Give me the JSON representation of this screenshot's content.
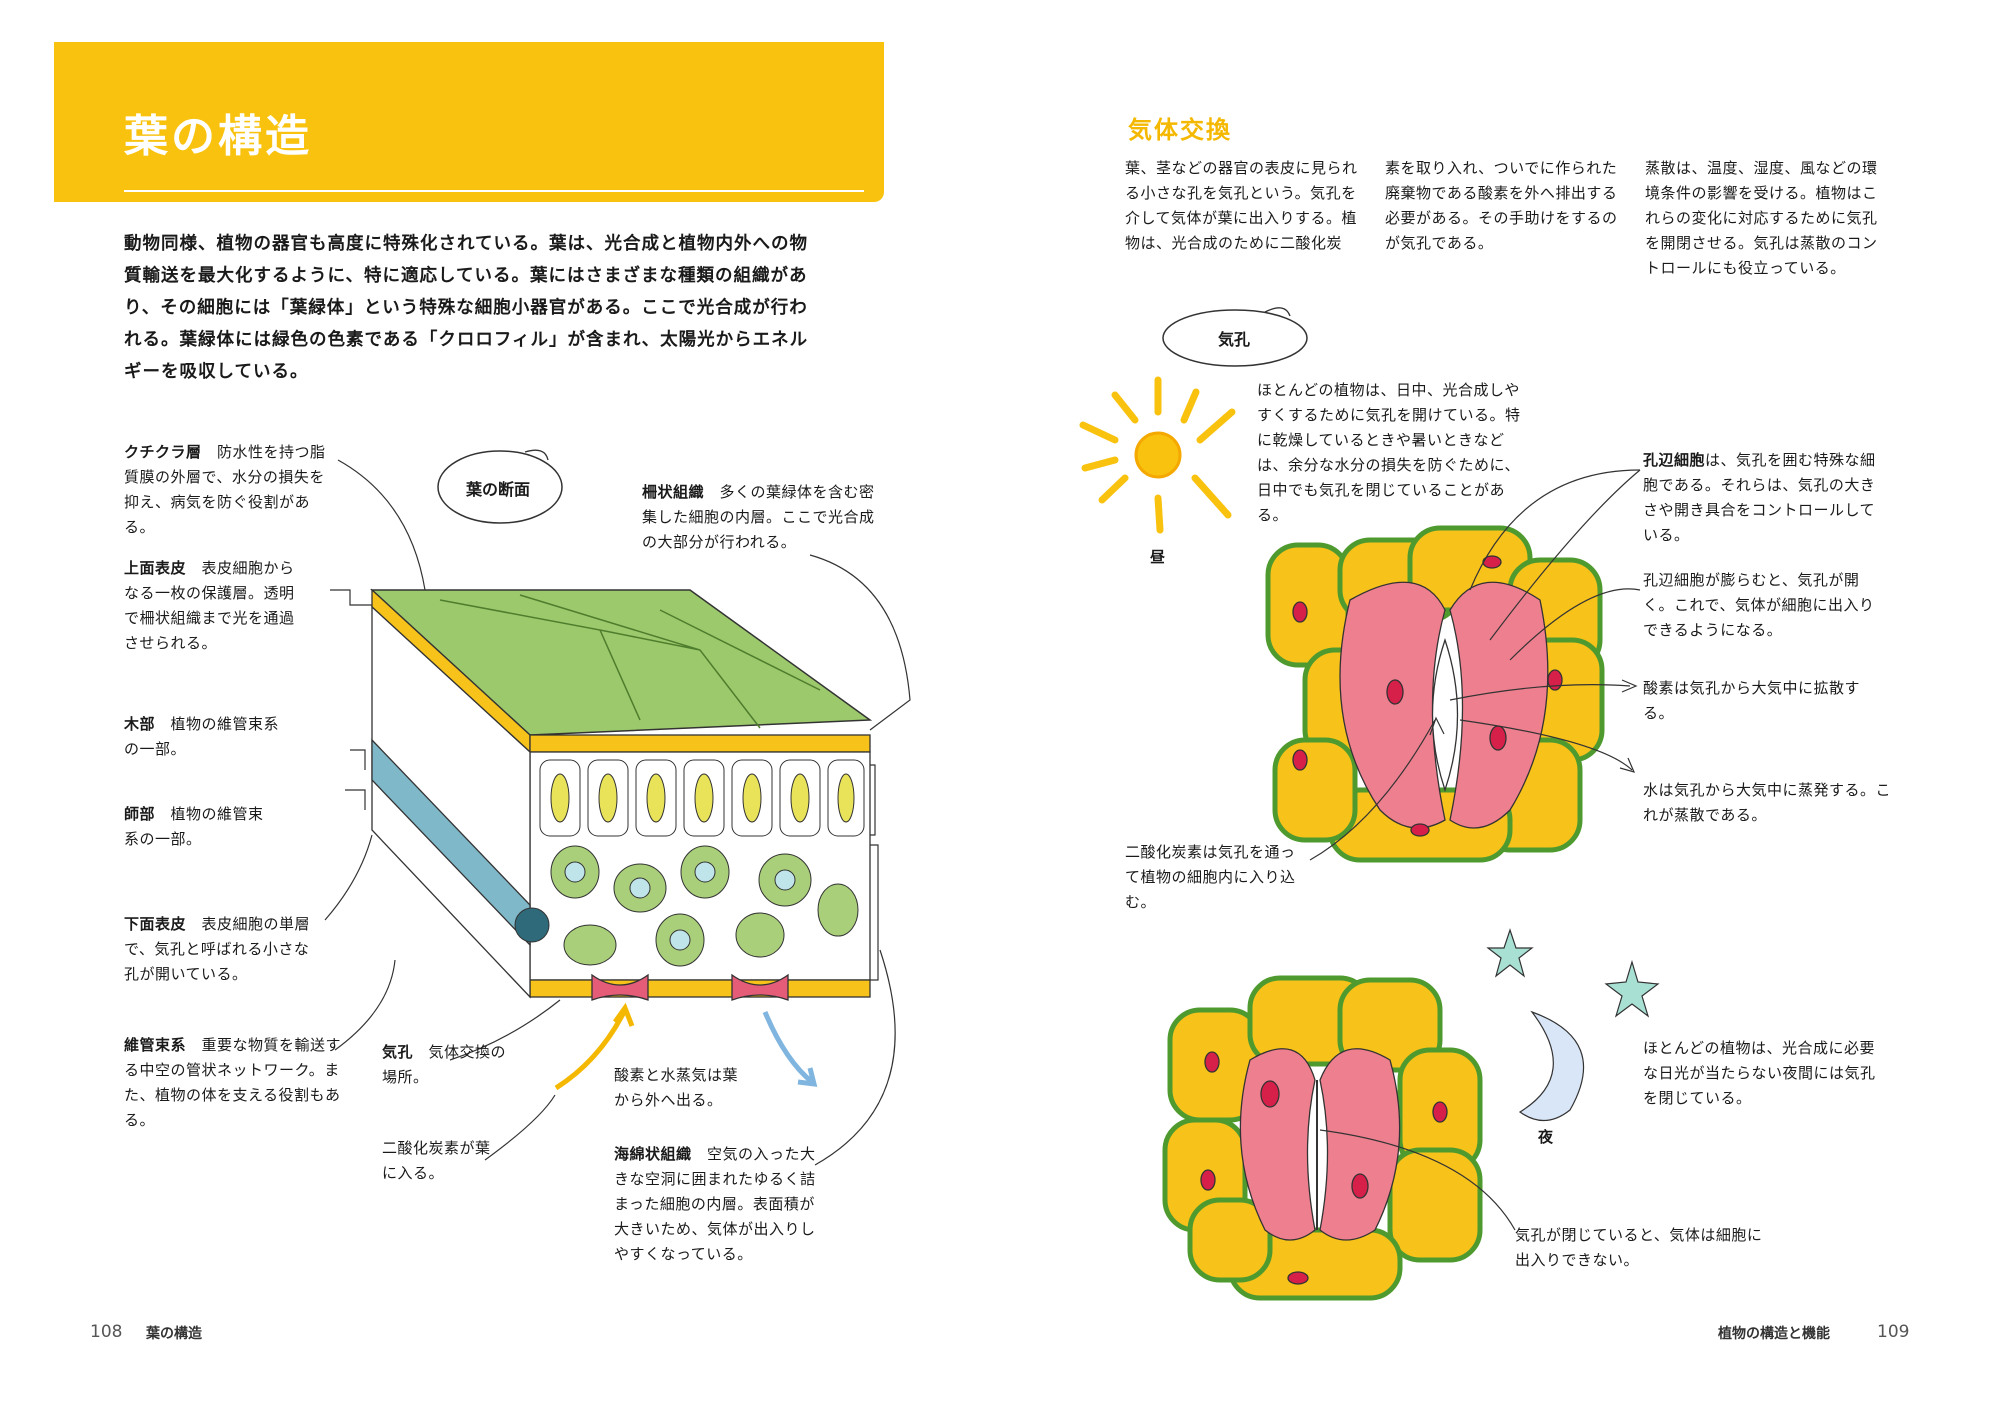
{
  "left": {
    "title": "葉の構造",
    "intro": "動物同様、植物の器官も高度に特殊化されている。葉は、光合成と植物内外への物質輸送を最大化するように、特に適応している。葉にはさまざまな種類の組織があり、その細胞には「葉緑体」という特殊な細胞小器官がある。ここで光合成が行われる。葉緑体には緑色の色素である「クロロフィル」が含まれ、太陽光からエネルギーを吸収している。",
    "section_label": "葉の断面",
    "labels": {
      "cuticle": {
        "term": "クチクラ層",
        "text": "防水性を持つ脂質膜の外層で、水分の損失を抑え、病気を防ぐ役割がある。"
      },
      "upper_epidermis": {
        "term": "上面表皮",
        "text": "表皮細胞からなる一枚の保護層。透明で柵状組織まで光を通過させられる。"
      },
      "xylem": {
        "term": "木部",
        "text": "植物の維管束系の一部。"
      },
      "phloem": {
        "term": "師部",
        "text": "植物の維管束系の一部。"
      },
      "lower_epidermis": {
        "term": "下面表皮",
        "text": "表皮細胞の単層で、気孔と呼ばれる小さな孔が開いている。"
      },
      "vascular": {
        "term": "維管束系",
        "text": "重要な物質を輸送する中空の管状ネットワーク。また、植物の体を支える役割もある。"
      },
      "palisade": {
        "term": "柵状組織",
        "text": "多くの葉緑体を含む密集した細胞の内層。ここで光合成の大部分が行われる。"
      },
      "stoma": {
        "term": "気孔",
        "text": "気体交換の場所。"
      },
      "o2_out": {
        "text": "酸素と水蒸気は葉から外へ出る。"
      },
      "co2_in": {
        "text": "二酸化炭素が葉に入る。"
      },
      "spongy": {
        "term": "海綿状組織",
        "text": "空気の入った大きな空洞に囲まれたゆるく詰まった細胞の内層。表面積が大きいため、気体が出入りしやすくなっている。"
      }
    },
    "folio": "108",
    "footer": "葉の構造"
  },
  "right": {
    "heading": "気体交換",
    "col1": "葉、茎などの器官の表皮に見られる小さな孔を気孔という。気孔を介して気体が葉に出入りする。植物は、光合成のために二酸化炭",
    "col2": "素を取り入れ、ついでに作られた廃棄物である酸素を外へ排出する必要がある。その手助けをするのが気孔である。",
    "col3": "蒸散は、温度、湿度、風などの環境条件の影響を受ける。植物はこれらの変化に対応するために気孔を開閉させる。気孔は蒸散のコントロールにも役立っている。",
    "bubble": "気孔",
    "day_text": "ほとんどの植物は、日中、光合成しやすくするために気孔を開けている。特に乾燥しているときや暑いときなどは、余分な水分の損失を防ぐために、日中でも気孔を閉じていることがある。",
    "day_label": "昼",
    "guard_term": "孔辺細胞",
    "guard_text": "は、気孔を囲む特殊な細胞である。それらは、気孔の大きさや開き具合をコントロールしている。",
    "swell_text": "孔辺細胞が膨らむと、気孔が開く。これで、気体が細胞に出入りできるようになる。",
    "o2_text": "酸素は気孔から大気中に拡散する。",
    "water_text": "水は気孔から大気中に蒸発する。これが蒸散である。",
    "co2_text": "二酸化炭素は気孔を通って植物の細胞内に入り込む。",
    "night_text": "ほとんどの植物は、光合成に必要な日光が当たらない夜間には気孔を閉じている。",
    "night_label": "夜",
    "closed_text": "気孔が閉じていると、気体は細胞に出入りできない。",
    "folio": "109",
    "footer": "植物の構造と機能"
  },
  "colors": {
    "banner": "#f9c20f",
    "heading": "#f5b800",
    "leaf_green": "#9cc96b",
    "guard_pink": "#ee7f8f",
    "cell_yellow": "#f7c21a",
    "cell_border": "#4f9a2e"
  }
}
